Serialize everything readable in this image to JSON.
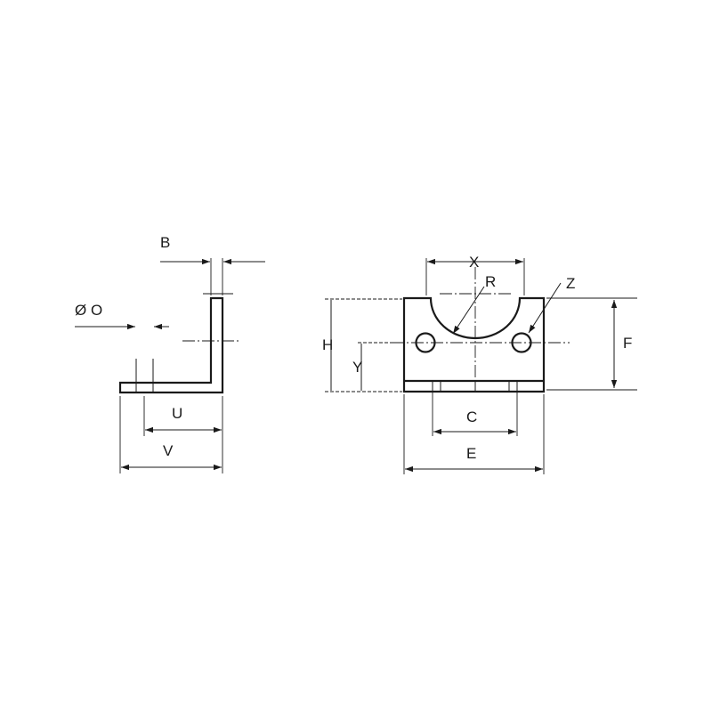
{
  "labels": {
    "B": "B",
    "O": "Ø O",
    "U": "U",
    "V": "V",
    "X": "X",
    "R": "R",
    "Z": "Z",
    "H": "H",
    "Y": "Y",
    "F": "F",
    "C": "C",
    "E": "E"
  },
  "colors": {
    "line": "#1a1a1a",
    "background": "#ffffff"
  }
}
